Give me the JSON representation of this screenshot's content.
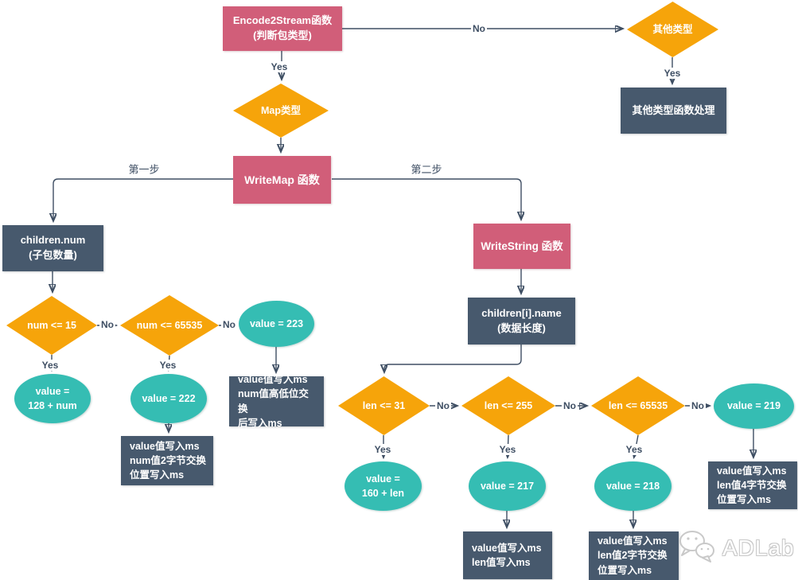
{
  "colors": {
    "pink": "#d15e79",
    "orange": "#f6a40a",
    "teal": "#35bdb3",
    "slate": "#47596d",
    "line": "#3e4e63"
  },
  "nodes": {
    "encode2stream": "Encode2Stream函数\n(判断包类型)",
    "other_type": "其他类型",
    "other_handle": "其他类型函数处理",
    "map_type": "Map类型",
    "writemap": "WriteMap 函数",
    "children_num": "children.num\n(子包数量)",
    "num_le_15": "num <= 15",
    "num_le_65535": "num <= 65535",
    "value_223": "value = 223",
    "value_128": "value =\n128 + num",
    "value_222": "value = 222",
    "box_223": "value值写入ms\nnum值高低位交换\n后写入ms",
    "box_222": "value值写入ms\nnum值2字节交换\n位置写入ms",
    "writestring": "WriteString 函数",
    "children_name": "children[i].name\n(数据长度)",
    "len_le_31": "len <= 31",
    "len_le_255": "len <= 255",
    "len_le_65535": "len <= 65535",
    "value_219": "value = 219",
    "value_160": "value =\n160 + len",
    "value_217": "value = 217",
    "value_218": "value = 218",
    "box_217": "value值写入ms\nlen值写入ms",
    "box_218": "value值写入ms\nlen值2字节交换\n位置写入ms",
    "box_219": "value值写入ms\nlen值4字节交换\n位置写入ms"
  },
  "edge_labels": {
    "yes_encode": "Yes",
    "no_encode": "No",
    "yes_other": "Yes",
    "step1": "第一步",
    "step2": "第二步",
    "no_num15": "No",
    "yes_num15": "Yes",
    "no_num65535": "No",
    "yes_num65535": "Yes",
    "no_len31": "No",
    "yes_len31": "Yes",
    "no_len255": "No",
    "yes_len255": "Yes",
    "no_len65535": "No",
    "yes_len65535": "Yes"
  },
  "logo": {
    "icon": "wechat-icon",
    "text": "ADLab"
  }
}
